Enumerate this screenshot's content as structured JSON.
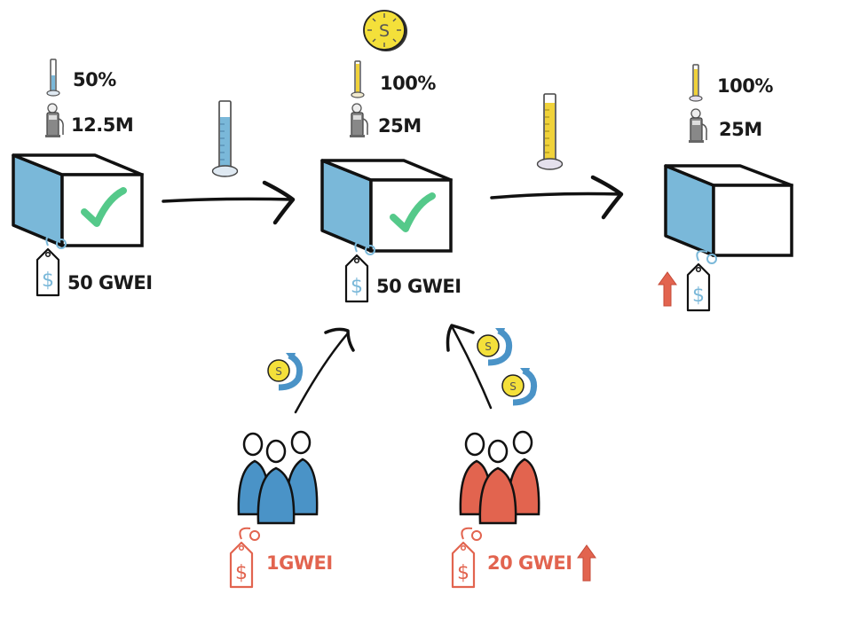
{
  "colors": {
    "box_side": "#7ab8d9",
    "check": "#55c98a",
    "gas_fill_blue": "#7ab8d9",
    "gas_fill_yellow": "#f0d23a",
    "coin": "#f4e03a",
    "tag_blue": "#7ab8d9",
    "red": "#e2644f",
    "group_blue": "#4a93c7",
    "group_red": "#e2644f",
    "ink": "#111111"
  },
  "blocks": [
    {
      "fullness_label": "50%",
      "fullness": 0.5,
      "gas_label": "12.5M",
      "has_check": true,
      "price_label": "50 GWEI",
      "price_up": false
    },
    {
      "fullness_label": "100%",
      "fullness": 1.0,
      "gas_label": "25M",
      "has_check": true,
      "price_label": "50 GWEI",
      "price_up": false,
      "reward_coin": true
    },
    {
      "fullness_label": "100%",
      "fullness": 1.0,
      "gas_label": "25M",
      "has_check": false,
      "price_label": "",
      "price_up": true
    }
  ],
  "transitions": [
    {
      "cylinder_fill": 0.7,
      "cylinder_color": "blue"
    },
    {
      "cylinder_fill": 0.85,
      "cylinder_color": "yellow"
    }
  ],
  "groups": [
    {
      "color": "blue",
      "price_label": "1GWEI",
      "price_up": false,
      "coins": 1
    },
    {
      "color": "red",
      "price_label": "20 GWEI",
      "price_up": true,
      "coins": 2
    }
  ]
}
